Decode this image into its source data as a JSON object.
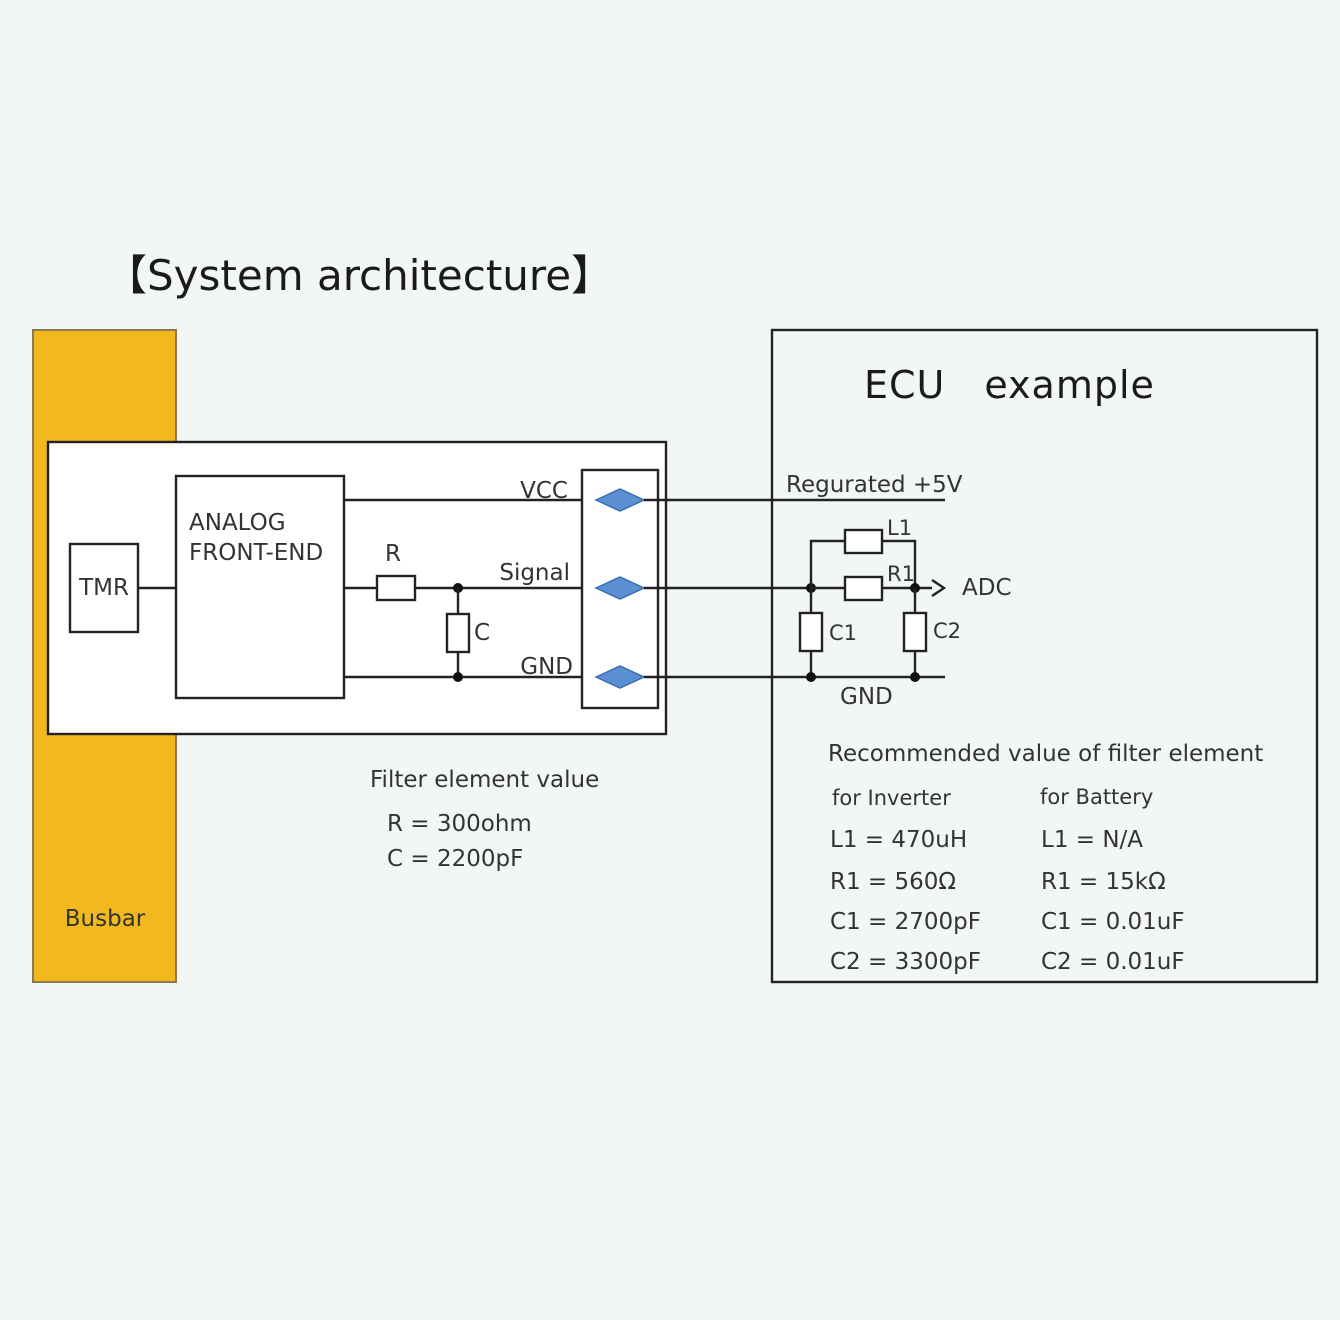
{
  "title": "【System architecture】",
  "colors": {
    "busbar": "#f2b91e",
    "connector": "#5b8fd4",
    "background": "#f3f6f6"
  },
  "labels": {
    "busbar": "Busbar",
    "tmr": "TMR",
    "afe_line1": "ANALOG",
    "afe_line2": "FRONT-END",
    "r": "R",
    "c": "C",
    "vcc": "VCC",
    "signal": "Signal",
    "gnd": "GND"
  },
  "filter_values": {
    "heading": "Filter element value",
    "r": "R = 300ohm",
    "c": "C = 2200pF"
  },
  "ecu": {
    "title": "ECU　example",
    "supply": "Regurated +5V",
    "l1": "L1",
    "r1": "R1",
    "adc": "ADC",
    "c1": "C1",
    "c2": "C2",
    "gnd": "GND",
    "recommended_heading": "Recommended value of filter element",
    "inverter": {
      "header": "for Inverter",
      "values": [
        "L1 = 470uH",
        "R1 = 560Ω",
        "C1 = 2700pF",
        "C2 = 3300pF"
      ]
    },
    "battery": {
      "header": "for Battery",
      "values": [
        "L1 = N/A",
        "R1 = 15kΩ",
        "C1 = 0.01uF",
        "C2 = 0.01uF"
      ]
    }
  }
}
